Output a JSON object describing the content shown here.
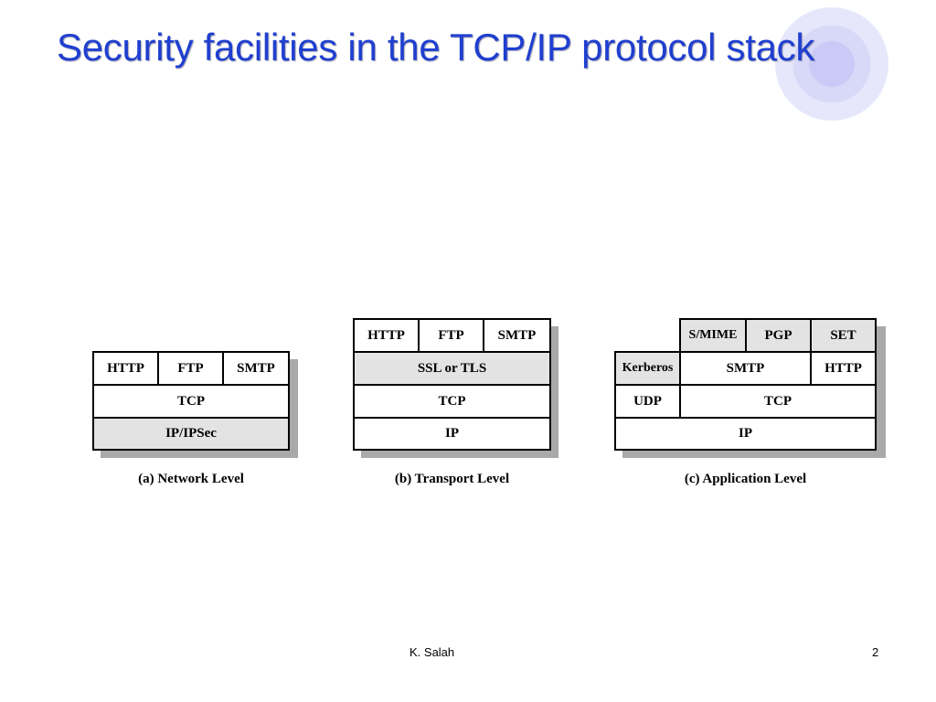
{
  "title": "Security facilities in the TCP/IP protocol stack",
  "footer": {
    "author": "K. Salah",
    "page_number": "2"
  },
  "colors": {
    "title": "#1f3fcf",
    "shaded_cell": "#e3e3e3",
    "shadow": "#a9a9a9"
  },
  "stacks": [
    {
      "caption": "(a) Network Level",
      "rows": [
        [
          "HTTP",
          "FTP",
          "SMTP"
        ],
        [
          "TCP"
        ],
        [
          "IP/IPSec"
        ]
      ]
    },
    {
      "caption": "(b) Transport Level",
      "rows": [
        [
          "HTTP",
          "FTP",
          "SMTP"
        ],
        [
          "SSL or TLS"
        ],
        [
          "TCP"
        ],
        [
          "IP"
        ]
      ]
    },
    {
      "caption": "(c) Application Level",
      "rows": [
        [
          "S/MIME",
          "PGP",
          "SET"
        ],
        [
          "Kerberos",
          "SMTP",
          "HTTP"
        ],
        [
          "UDP",
          "TCP"
        ],
        [
          "IP"
        ]
      ]
    }
  ]
}
